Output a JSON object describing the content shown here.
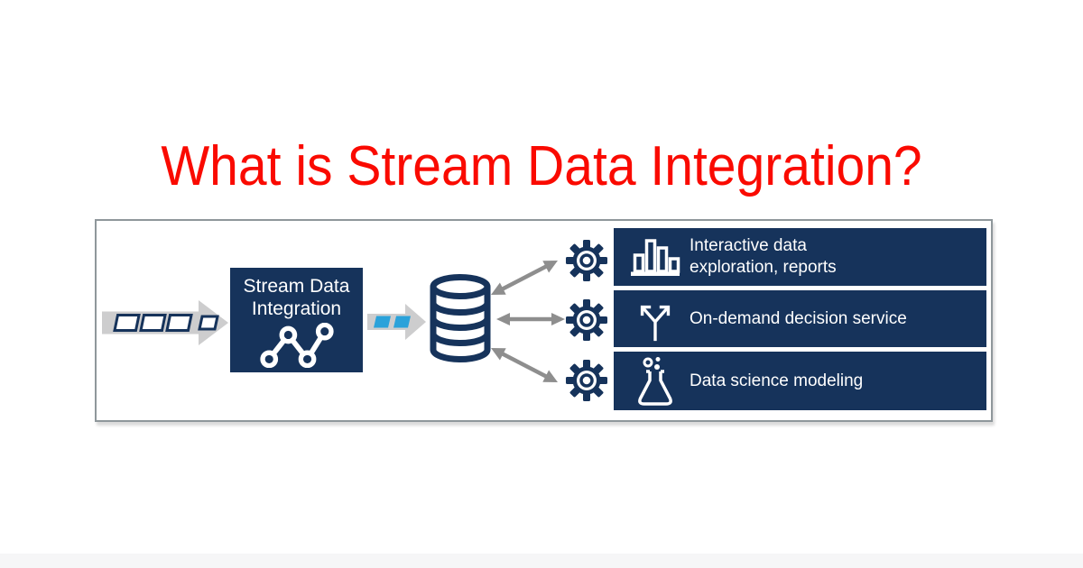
{
  "title": {
    "text": "What is Stream Data Integration?",
    "color": "#fa0a00"
  },
  "panel": {
    "sdi_box": {
      "line1": "Stream Data",
      "line2": "Integration"
    },
    "outputs": [
      {
        "line1": "Interactive data",
        "line2": "exploration, reports"
      },
      {
        "line1": "On-demand decision service"
      },
      {
        "line1": "Data science modeling"
      }
    ],
    "icons": {
      "input": "data-packets-arrow-icon",
      "processing": "line-chart-icon",
      "connector": "blue-dashes-arrow-icon",
      "storage": "database-cylinder-icon",
      "service": "gear-icon",
      "links": "double-headed-arrow-icon",
      "output_1": "bar-chart-icon",
      "output_2": "decision-split-icon",
      "output_3": "flask-icon"
    },
    "colors": {
      "navy": "#16335b",
      "light_blue": "#2ba2da",
      "arrow_gray": "#cdcdce",
      "link_gray": "#8e8e8e",
      "border_gray": "#8f979b",
      "title_red": "#fa0a00"
    }
  }
}
